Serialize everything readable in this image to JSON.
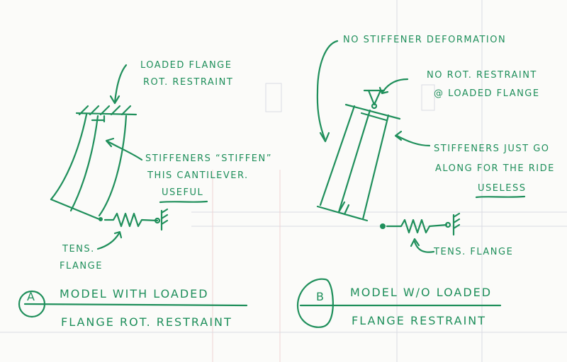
{
  "panel_a": {
    "label_top_1": "Loaded Flange",
    "label_top_2": "Rot. Restraint",
    "label_mid_1": "Stiffeners “stiffen”",
    "label_mid_2": "this cantilever.",
    "label_mid_3": "Useful",
    "label_tens_1": "Tens.",
    "label_tens_2": "Flange",
    "circle_letter": "A",
    "caption_1": "Model with loaded",
    "caption_2": "Flange Rot. Restraint"
  },
  "panel_b": {
    "label_top": "No stiffener deformation",
    "label_restraint_1": "No Rot. Restraint",
    "label_restraint_2": "@ loaded flange",
    "label_mid_1": "Stiffeners just go",
    "label_mid_2": "along for the ride",
    "label_mid_3": "Useless",
    "label_tens": "Tens. Flange",
    "circle_letter": "B",
    "caption_1": "Model w/o loaded",
    "caption_2": "Flange Restraint"
  },
  "colors": {
    "ink": "#1f8f5b",
    "paper": "#fbfbf9"
  }
}
